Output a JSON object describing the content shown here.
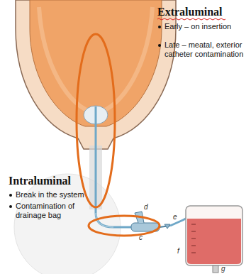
{
  "diagram": {
    "labels": [
      "Extraluminal",
      "Early – on insertion",
      "Late – meatal, exterior catheter contamination",
      "Intraluminal",
      "Break in the system",
      "Contamination of drainage bag",
      "d",
      "e",
      "c",
      "f",
      "g"
    ]
  }
}
